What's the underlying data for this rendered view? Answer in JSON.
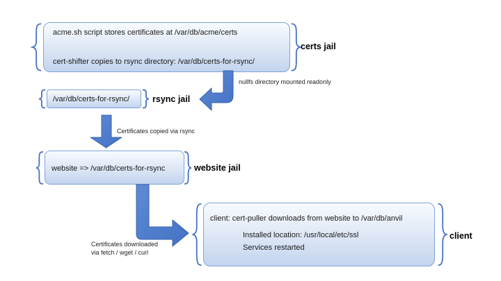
{
  "colors": {
    "arrow": "#4472C4",
    "arrow_light": "#5E8AD4",
    "arrow_dark": "#3A63AE",
    "brace": "#4472C4",
    "box_border": "#7FA3D8",
    "box_top": "#F8FBFE",
    "box_mid": "#DCE6F5",
    "box_bottom": "#C3D4EE",
    "text": "#1A1A1A"
  },
  "certs_jail": {
    "line1": "acme.sh script stores certificates at /var/db/acme/certs",
    "line2": "cert-shifter copies to rsync directory: /var/db/certs-for-rsync/",
    "label": "certs jail"
  },
  "rsync_jail": {
    "path": "/var/db/certs-for-rsync/",
    "label": "rsync jail"
  },
  "website_jail": {
    "mapping": "website => /var/db/certs-for-rsync",
    "label": "website jail"
  },
  "client": {
    "line1": "client: cert-puller downloads from website to /var/db/anvil",
    "line2": "Installed location: /usr/local/etc/ssl",
    "line3": "Services restarted",
    "label": "client"
  },
  "annotations": {
    "nullfs": "nullfs directory mounted readonly",
    "rsync_copy": "Certificates copied via rsync",
    "download_line1": "Certificates downloaded",
    "download_line2": "via fetch / wget / curl"
  }
}
